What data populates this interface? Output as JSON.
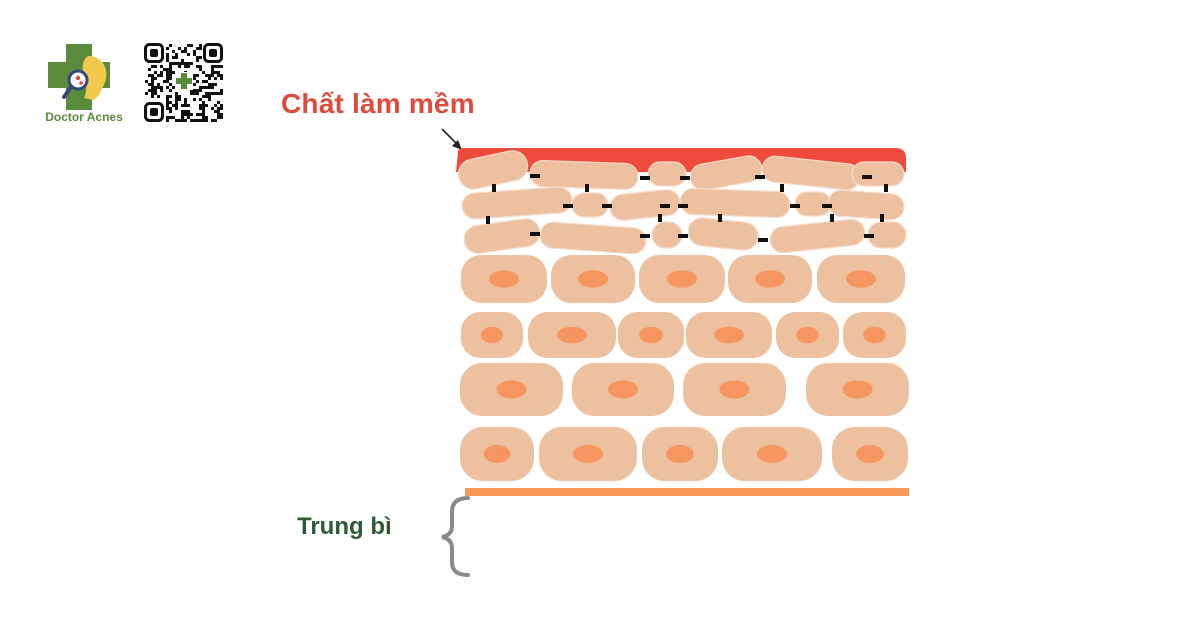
{
  "brand": {
    "name": "Doctor Acnes",
    "logo_icon": "medical-cross-face-magnifier-icon",
    "qr_icon": "qr-code-icon",
    "color": "#5a8a3c"
  },
  "diagram": {
    "emollient_label": "Chất làm mềm",
    "dermis_label": "Trung bì",
    "colors": {
      "emollient_layer": "#f04a3c",
      "emollient_text": "#e04a3c",
      "dermis_text": "#2f5a36",
      "cell": "#edc0a0",
      "nucleus": "#f7925a",
      "basement_membrane": "#f79a55",
      "lipid_bond": "#111111",
      "brace": "#8a8a8a",
      "arrow": "#222222"
    }
  }
}
